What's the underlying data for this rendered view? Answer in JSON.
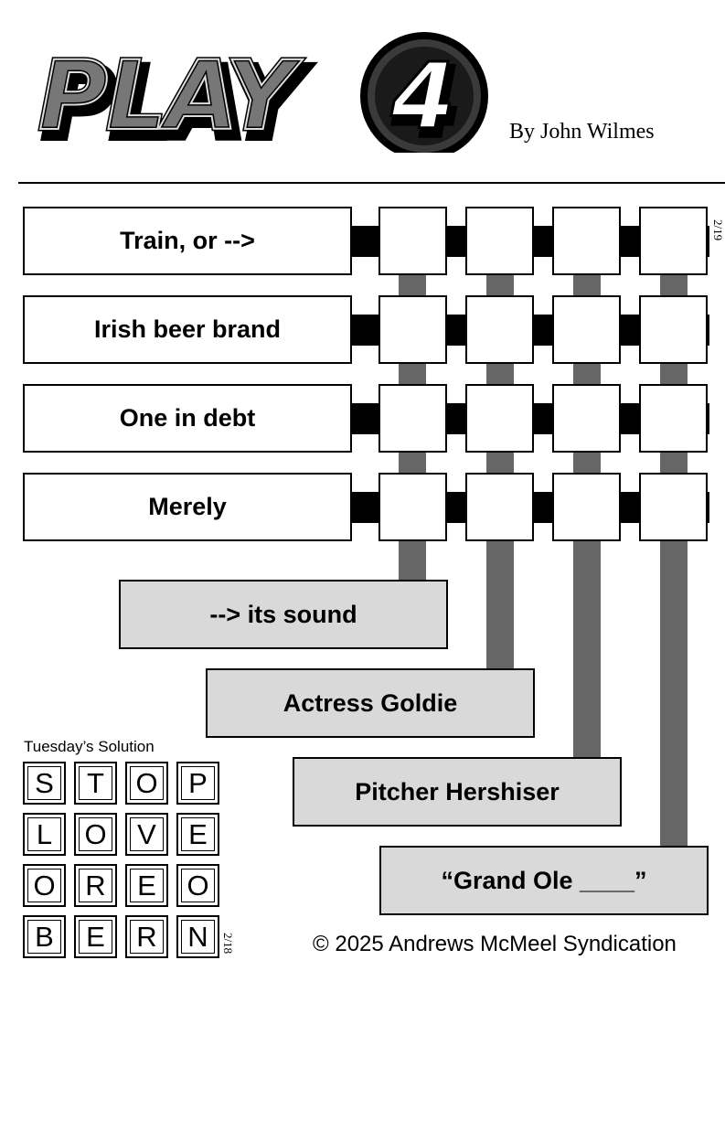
{
  "header": {
    "logo_text": "PLAY",
    "logo_digit": "4",
    "byline": "By John Wilmes"
  },
  "puzzle": {
    "date": "2/19",
    "across_clues": [
      "Train, or -->",
      "Irish beer brand",
      "One in debt",
      "Merely"
    ],
    "down_clues": [
      "--> its sound",
      "Actress Goldie",
      "Pitcher Hershiser",
      "“Grand Ole ____”"
    ]
  },
  "solution": {
    "title": "Tuesday’s Solution",
    "date": "2/18",
    "rows": [
      [
        "S",
        "T",
        "O",
        "P"
      ],
      [
        "L",
        "O",
        "V",
        "E"
      ],
      [
        "O",
        "R",
        "E",
        "O"
      ],
      [
        "B",
        "E",
        "R",
        "N"
      ]
    ]
  },
  "footer": {
    "copyright": "© 2025 Andrews McMeel Syndication"
  },
  "colors": {
    "connector_dark": "#000000",
    "connector_gray": "#666666",
    "down_clue_fill": "#d9d9d9"
  }
}
